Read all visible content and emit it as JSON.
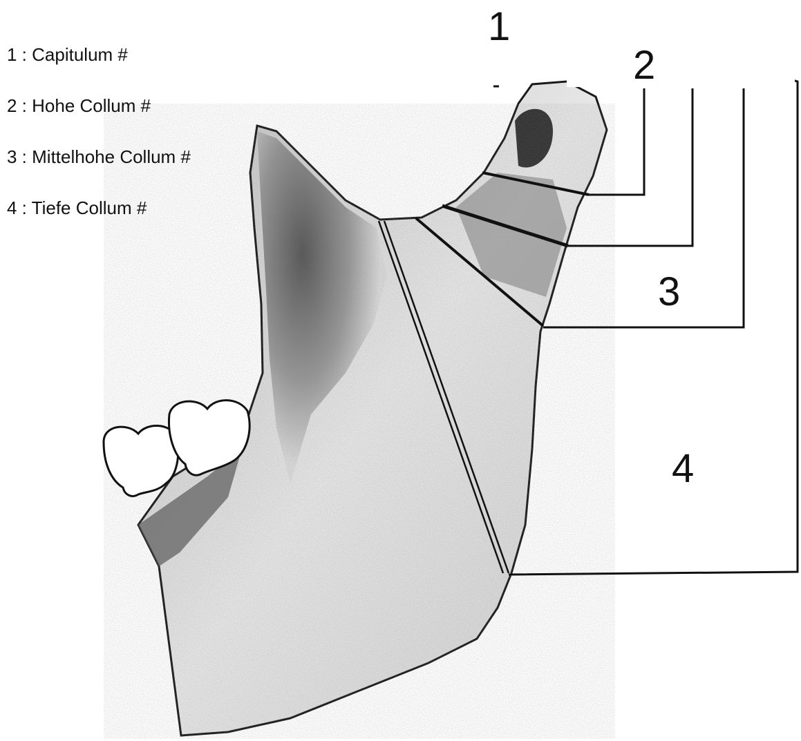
{
  "legend": [
    {
      "text": "1 : Capitulum #"
    },
    {
      "text": "2 : Hohe Collum #"
    },
    {
      "text": "3 : Mittelhohe Collum #"
    },
    {
      "text": "4 : Tiefe Collum #"
    }
  ],
  "labels": {
    "l1": "1",
    "l2": "2",
    "l3": "3",
    "l4": "4"
  },
  "colors": {
    "ink": "#111111",
    "bone_light": "#e9e9e9",
    "bone_shadow": "#4a4a4a"
  }
}
